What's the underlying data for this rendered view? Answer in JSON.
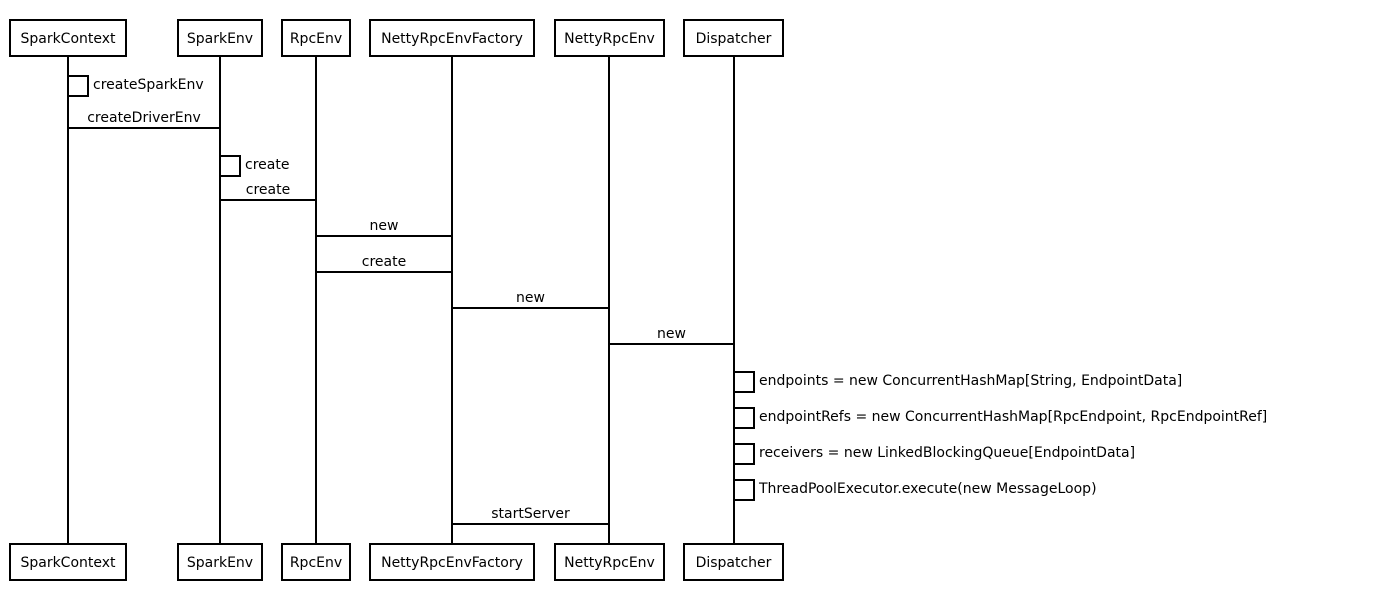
{
  "participants": [
    {
      "id": "sparkcontext",
      "label": "SparkContext"
    },
    {
      "id": "sparkenv",
      "label": "SparkEnv"
    },
    {
      "id": "rpcenv",
      "label": "RpcEnv"
    },
    {
      "id": "nettyrpcenvfactory",
      "label": "NettyRpcEnvFactory"
    },
    {
      "id": "nettyrpcenv",
      "label": "NettyRpcEnv"
    },
    {
      "id": "dispatcher",
      "label": "Dispatcher"
    }
  ],
  "messages": [
    {
      "kind": "self",
      "from": "sparkcontext",
      "label": "createSparkEnv"
    },
    {
      "kind": "call",
      "from": "sparkcontext",
      "to": "sparkenv",
      "label": "createDriverEnv"
    },
    {
      "kind": "self",
      "from": "sparkenv",
      "label": "create"
    },
    {
      "kind": "call",
      "from": "sparkenv",
      "to": "rpcenv",
      "label": "create"
    },
    {
      "kind": "call",
      "from": "rpcenv",
      "to": "nettyrpcenvfactory",
      "label": "new"
    },
    {
      "kind": "call",
      "from": "rpcenv",
      "to": "nettyrpcenvfactory",
      "label": "create"
    },
    {
      "kind": "call",
      "from": "nettyrpcenvfactory",
      "to": "nettyrpcenv",
      "label": "new"
    },
    {
      "kind": "call",
      "from": "nettyrpcenv",
      "to": "dispatcher",
      "label": "new"
    },
    {
      "kind": "self",
      "from": "dispatcher",
      "label": "endpoints = new ConcurrentHashMap[String, EndpointData]"
    },
    {
      "kind": "self",
      "from": "dispatcher",
      "label": "endpointRefs = new ConcurrentHashMap[RpcEndpoint, RpcEndpointRef]"
    },
    {
      "kind": "self",
      "from": "dispatcher",
      "label": "receivers = new LinkedBlockingQueue[EndpointData]"
    },
    {
      "kind": "self",
      "from": "dispatcher",
      "label": "ThreadPoolExecutor.execute(new MessageLoop)"
    },
    {
      "kind": "call",
      "from": "nettyrpcenvfactory",
      "to": "nettyrpcenv",
      "label": "startServer"
    }
  ]
}
